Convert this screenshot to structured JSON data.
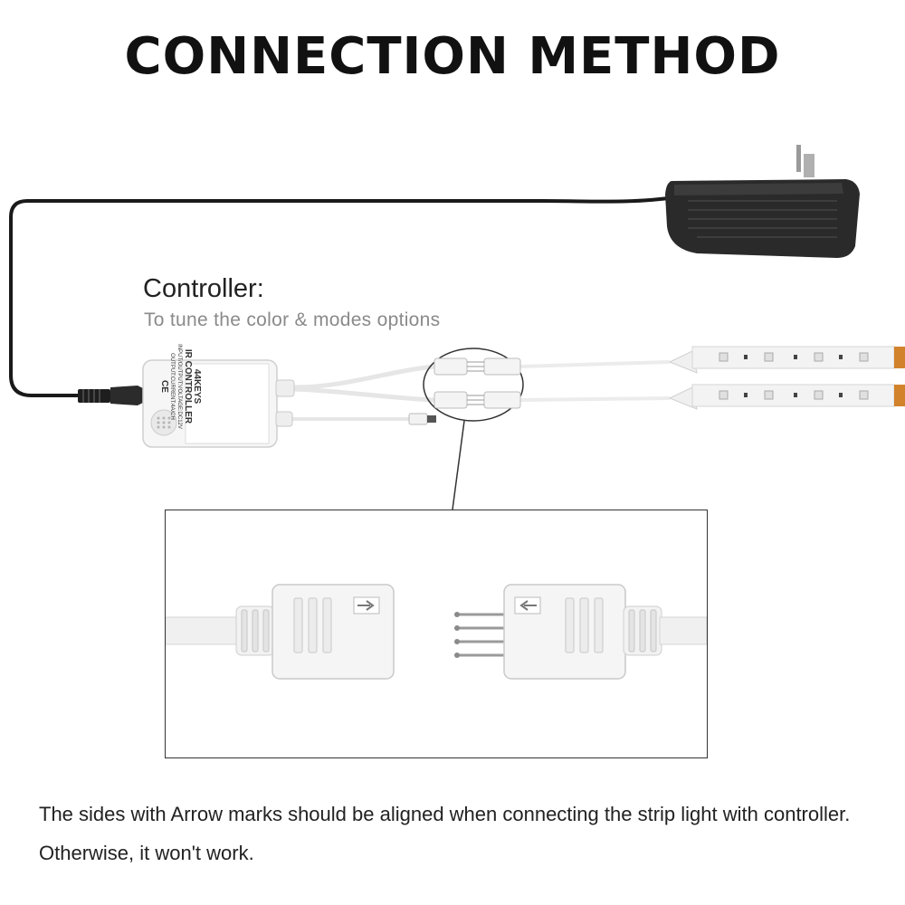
{
  "title": "CONNECTION METHOD",
  "controller": {
    "heading": "Controller:",
    "subheading": "To tune the color & modes options",
    "device_label": {
      "line1": "44KEYS",
      "line2": "IR CONTROLLER",
      "line3": "INPUT/OUTPUT:VOLTAGE:DC12V",
      "line4": "OUTPUT:CURRENT:4A/CH",
      "mark": "CE"
    }
  },
  "instructions": "The sides with Arrow marks should be aligned when connecting the strip light with controller. Otherwise, it won't work.",
  "icons": [
    "power-adapter-icon",
    "controller-box-icon",
    "ir-receiver-icon",
    "led-strip-icon",
    "connector-icon",
    "arrow-mark-icon"
  ],
  "colors": {
    "cable": "#1a1a1a",
    "adapter": "#2a2a2a",
    "connector": "#f4f4f4",
    "strip_end": "#d2822a"
  }
}
